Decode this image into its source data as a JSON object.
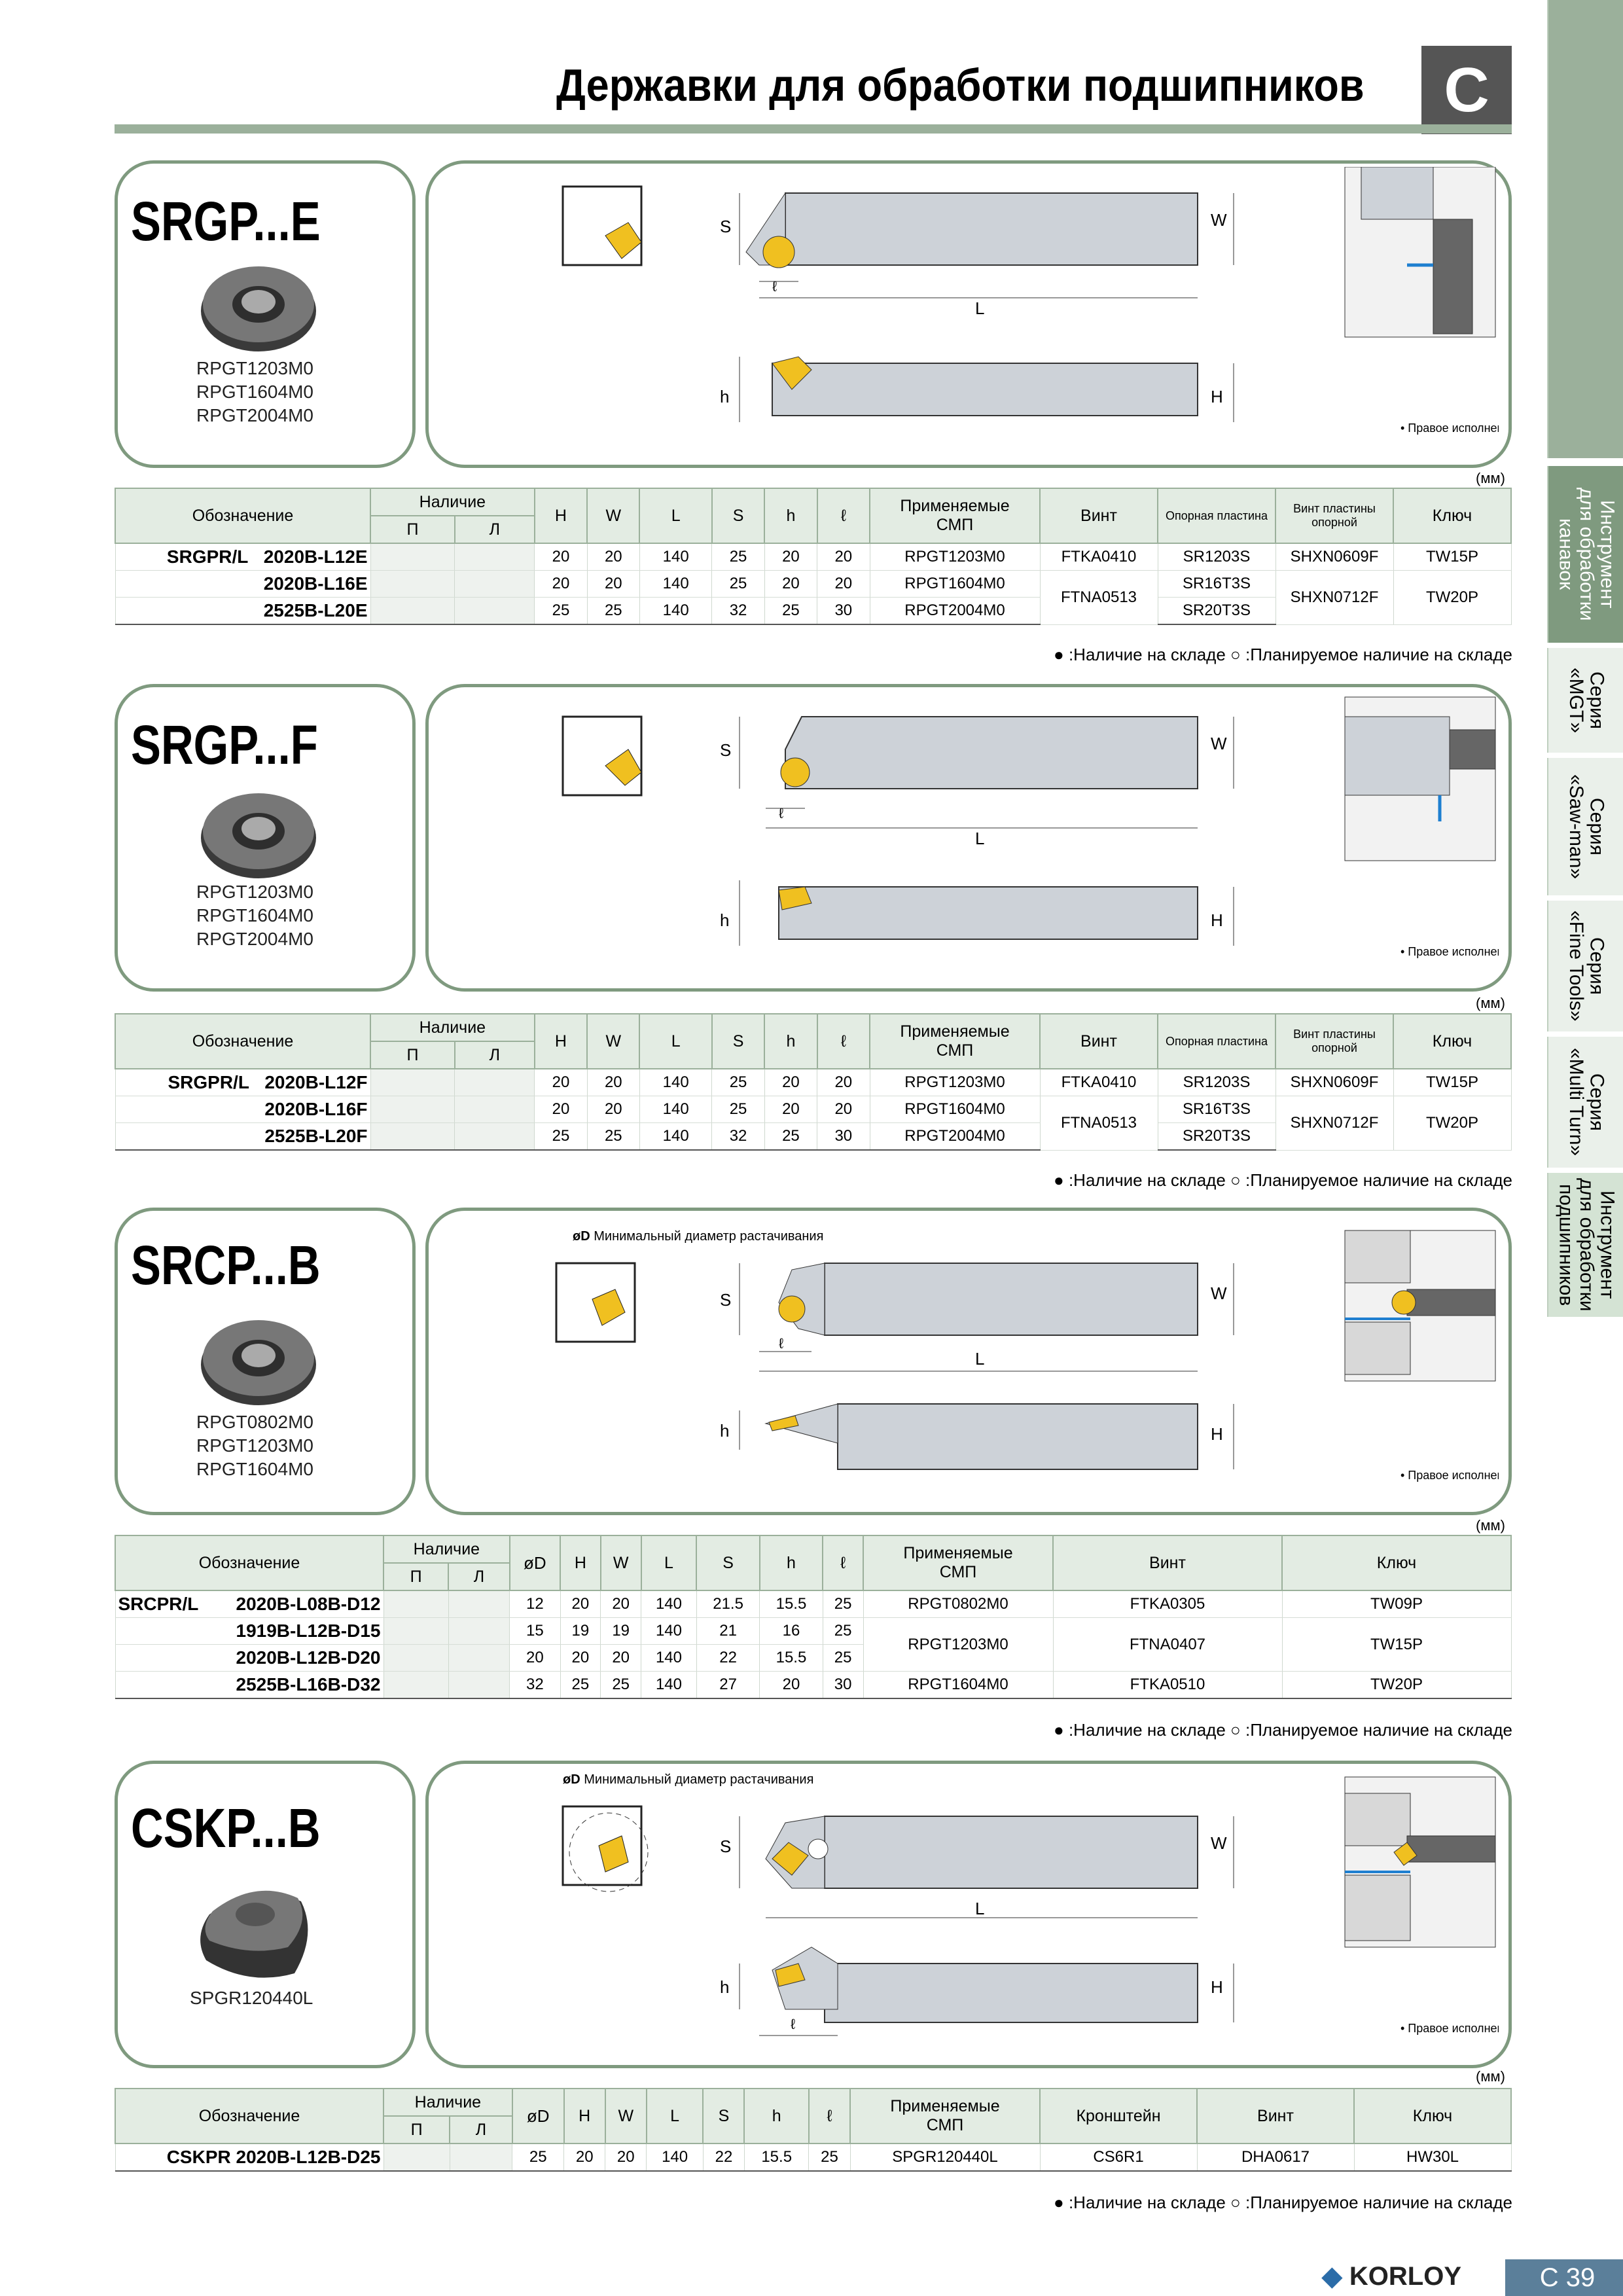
{
  "header": {
    "title": "Державки для обработки подшипников",
    "section": "C"
  },
  "tabs": [
    {
      "label": "Инструмент\nдля обработки\nканавок"
    },
    {
      "label": "Серия «MGT»"
    },
    {
      "label": "Серия\n«Saw-man»"
    },
    {
      "label": "Серия\n«Fine Tools»"
    },
    {
      "label": "Серия\n«Multi Turn»"
    },
    {
      "label": "Инструмент\nдля обработки\nподшипников"
    }
  ],
  "common": {
    "mm": "(мм)",
    "right_hand_note": "• Правое исполнение",
    "legend": ":Наличие на складе",
    "legend2": ":Планируемое наличие на складе",
    "min_bore": "Минимальный диаметр растачивания",
    "dim_S": "S",
    "dim_W": "W",
    "dim_L": "L",
    "dim_l": "ℓ",
    "dim_h": "h",
    "dim_H": "H",
    "dim_D": "øD"
  },
  "sections": [
    {
      "title": "SRGP...E",
      "inserts": [
        "RPGT1203M0",
        "RPGT1604M0",
        "RPGT2004M0"
      ],
      "headers": [
        "Обозначение",
        "Наличие",
        "П",
        "Л",
        "H",
        "W",
        "L",
        "S",
        "h",
        "ℓ",
        "Применяемые\nСМП",
        "Винт",
        "Опорная пластина",
        "Винт пластины опорной",
        "Ключ"
      ],
      "rows": [
        {
          "prefix": "SRGPR/L",
          "code": "2020B-L12E",
          "vals": [
            "20",
            "20",
            "140",
            "25",
            "20",
            "20"
          ],
          "insert": "RPGT1203M0",
          "screw": "FTKA0410",
          "shim": "SR1203S",
          "shim_screw": "SHXN0609F",
          "key": "TW15P"
        },
        {
          "prefix": "",
          "code": "2020B-L16E",
          "vals": [
            "20",
            "20",
            "140",
            "25",
            "20",
            "20"
          ],
          "insert": "RPGT1604M0",
          "screw": "FTNA0513",
          "shim": "SR16T3S",
          "shim_screw": "SHXN0712F",
          "key": "TW20P"
        },
        {
          "prefix": "",
          "code": "2525B-L20E",
          "vals": [
            "25",
            "25",
            "140",
            "32",
            "25",
            "30"
          ],
          "insert": "RPGT2004M0",
          "screw": "",
          "shim": "SR20T3S",
          "shim_screw": "",
          "key": ""
        }
      ]
    },
    {
      "title": "SRGP...F",
      "inserts": [
        "RPGT1203M0",
        "RPGT1604M0",
        "RPGT2004M0"
      ],
      "headers": [
        "Обозначение",
        "Наличие",
        "П",
        "Л",
        "H",
        "W",
        "L",
        "S",
        "h",
        "ℓ",
        "Применяемые\nСМП",
        "Винт",
        "Опорная пластина",
        "Винт пластины опорной",
        "Ключ"
      ],
      "rows": [
        {
          "prefix": "SRGPR/L",
          "code": "2020B-L12F",
          "vals": [
            "20",
            "20",
            "140",
            "25",
            "20",
            "20"
          ],
          "insert": "RPGT1203M0",
          "screw": "FTKA0410",
          "shim": "SR1203S",
          "shim_screw": "SHXN0609F",
          "key": "TW15P"
        },
        {
          "prefix": "",
          "code": "2020B-L16F",
          "vals": [
            "20",
            "20",
            "140",
            "25",
            "20",
            "20"
          ],
          "insert": "RPGT1604M0",
          "screw": "FTNA0513",
          "shim": "SR16T3S",
          "shim_screw": "SHXN0712F",
          "key": "TW20P"
        },
        {
          "prefix": "",
          "code": "2525B-L20F",
          "vals": [
            "25",
            "25",
            "140",
            "32",
            "25",
            "30"
          ],
          "insert": "RPGT2004M0",
          "screw": "",
          "shim": "SR20T3S",
          "shim_screw": "",
          "key": ""
        }
      ]
    },
    {
      "title": "SRCP...B",
      "inserts": [
        "RPGT0802M0",
        "RPGT1203M0",
        "RPGT1604M0"
      ],
      "headers": [
        "Обозначение",
        "Наличие",
        "П",
        "Л",
        "øD",
        "H",
        "W",
        "L",
        "S",
        "h",
        "ℓ",
        "Применяемые\nСМП",
        "Винт",
        "Ключ"
      ],
      "rows": [
        {
          "prefix": "SRCPR/L",
          "code": "2020B-L08B-D12",
          "vals": [
            "12",
            "20",
            "20",
            "140",
            "21.5",
            "15.5",
            "25"
          ],
          "insert": "RPGT0802M0",
          "screw": "FTKA0305",
          "key": "TW09P"
        },
        {
          "prefix": "",
          "code": "1919B-L12B-D15",
          "vals": [
            "15",
            "19",
            "19",
            "140",
            "21",
            "16",
            "25"
          ],
          "insert": "RPGT1203M0",
          "screw": "FTNA0407",
          "key": "TW15P"
        },
        {
          "prefix": "",
          "code": "2020B-L12B-D20",
          "vals": [
            "20",
            "20",
            "20",
            "140",
            "22",
            "15.5",
            "25"
          ],
          "insert": "",
          "screw": "",
          "key": ""
        },
        {
          "prefix": "",
          "code": "2525B-L16B-D32",
          "vals": [
            "32",
            "25",
            "25",
            "140",
            "27",
            "20",
            "30"
          ],
          "insert": "RPGT1604M0",
          "screw": "FTKA0510",
          "key": "TW20P"
        }
      ]
    },
    {
      "title": "CSKP...B",
      "inserts": [
        "SPGR120440L"
      ],
      "headers": [
        "Обозначение",
        "Наличие",
        "П",
        "Л",
        "øD",
        "H",
        "W",
        "L",
        "S",
        "h",
        "ℓ",
        "Применяемые\nСМП",
        "Кронштейн",
        "Винт",
        "Ключ"
      ],
      "rows": [
        {
          "prefix": "CSKPR",
          "code": "2020B-L12B-D25",
          "vals": [
            "25",
            "20",
            "20",
            "140",
            "22",
            "15.5",
            "25"
          ],
          "insert": "SPGR120440L",
          "bracket": "CS6R1",
          "screw": "DHA0617",
          "key": "HW30L"
        }
      ]
    }
  ],
  "footer": {
    "brand": "KORLOY",
    "page": "C 39"
  }
}
